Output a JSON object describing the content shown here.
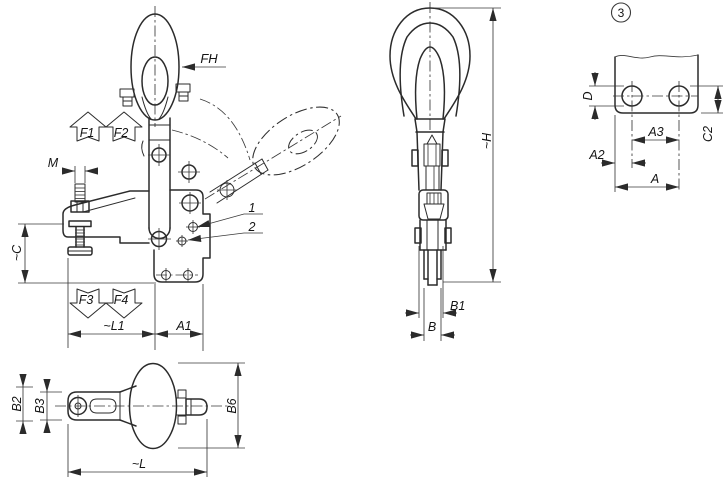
{
  "figure": {
    "type": "technical-drawing",
    "subject": "vertical toggle clamp with safety lock, dimension drawing",
    "colors": {
      "background": "#ffffff",
      "object_line": "#2b2b2b",
      "dimension_line": "#3a3a3a",
      "text": "#141414"
    },
    "views": {
      "front": {
        "name": "front view, clamp closed with open handle position in phantom lines",
        "labels": {
          "fh": "FH",
          "f1": "F1",
          "f2": "F2",
          "f3": "F3",
          "f4": "F4",
          "m": "M",
          "c": "~C",
          "l1": "~L1",
          "a1": "A1",
          "item1": "1",
          "item2": "2"
        }
      },
      "side": {
        "name": "side view",
        "labels": {
          "h": "~H",
          "b1": "B1",
          "b": "B"
        }
      },
      "mounting_detail": {
        "name": "mounting hole detail",
        "callout": "3",
        "labels": {
          "d": "D",
          "a3": "A3",
          "a2": "A2",
          "a": "A",
          "c2": "C2"
        }
      },
      "top": {
        "name": "top view",
        "labels": {
          "b2": "B2",
          "b3": "B3",
          "b6": "B6",
          "l": "~L"
        }
      }
    }
  }
}
